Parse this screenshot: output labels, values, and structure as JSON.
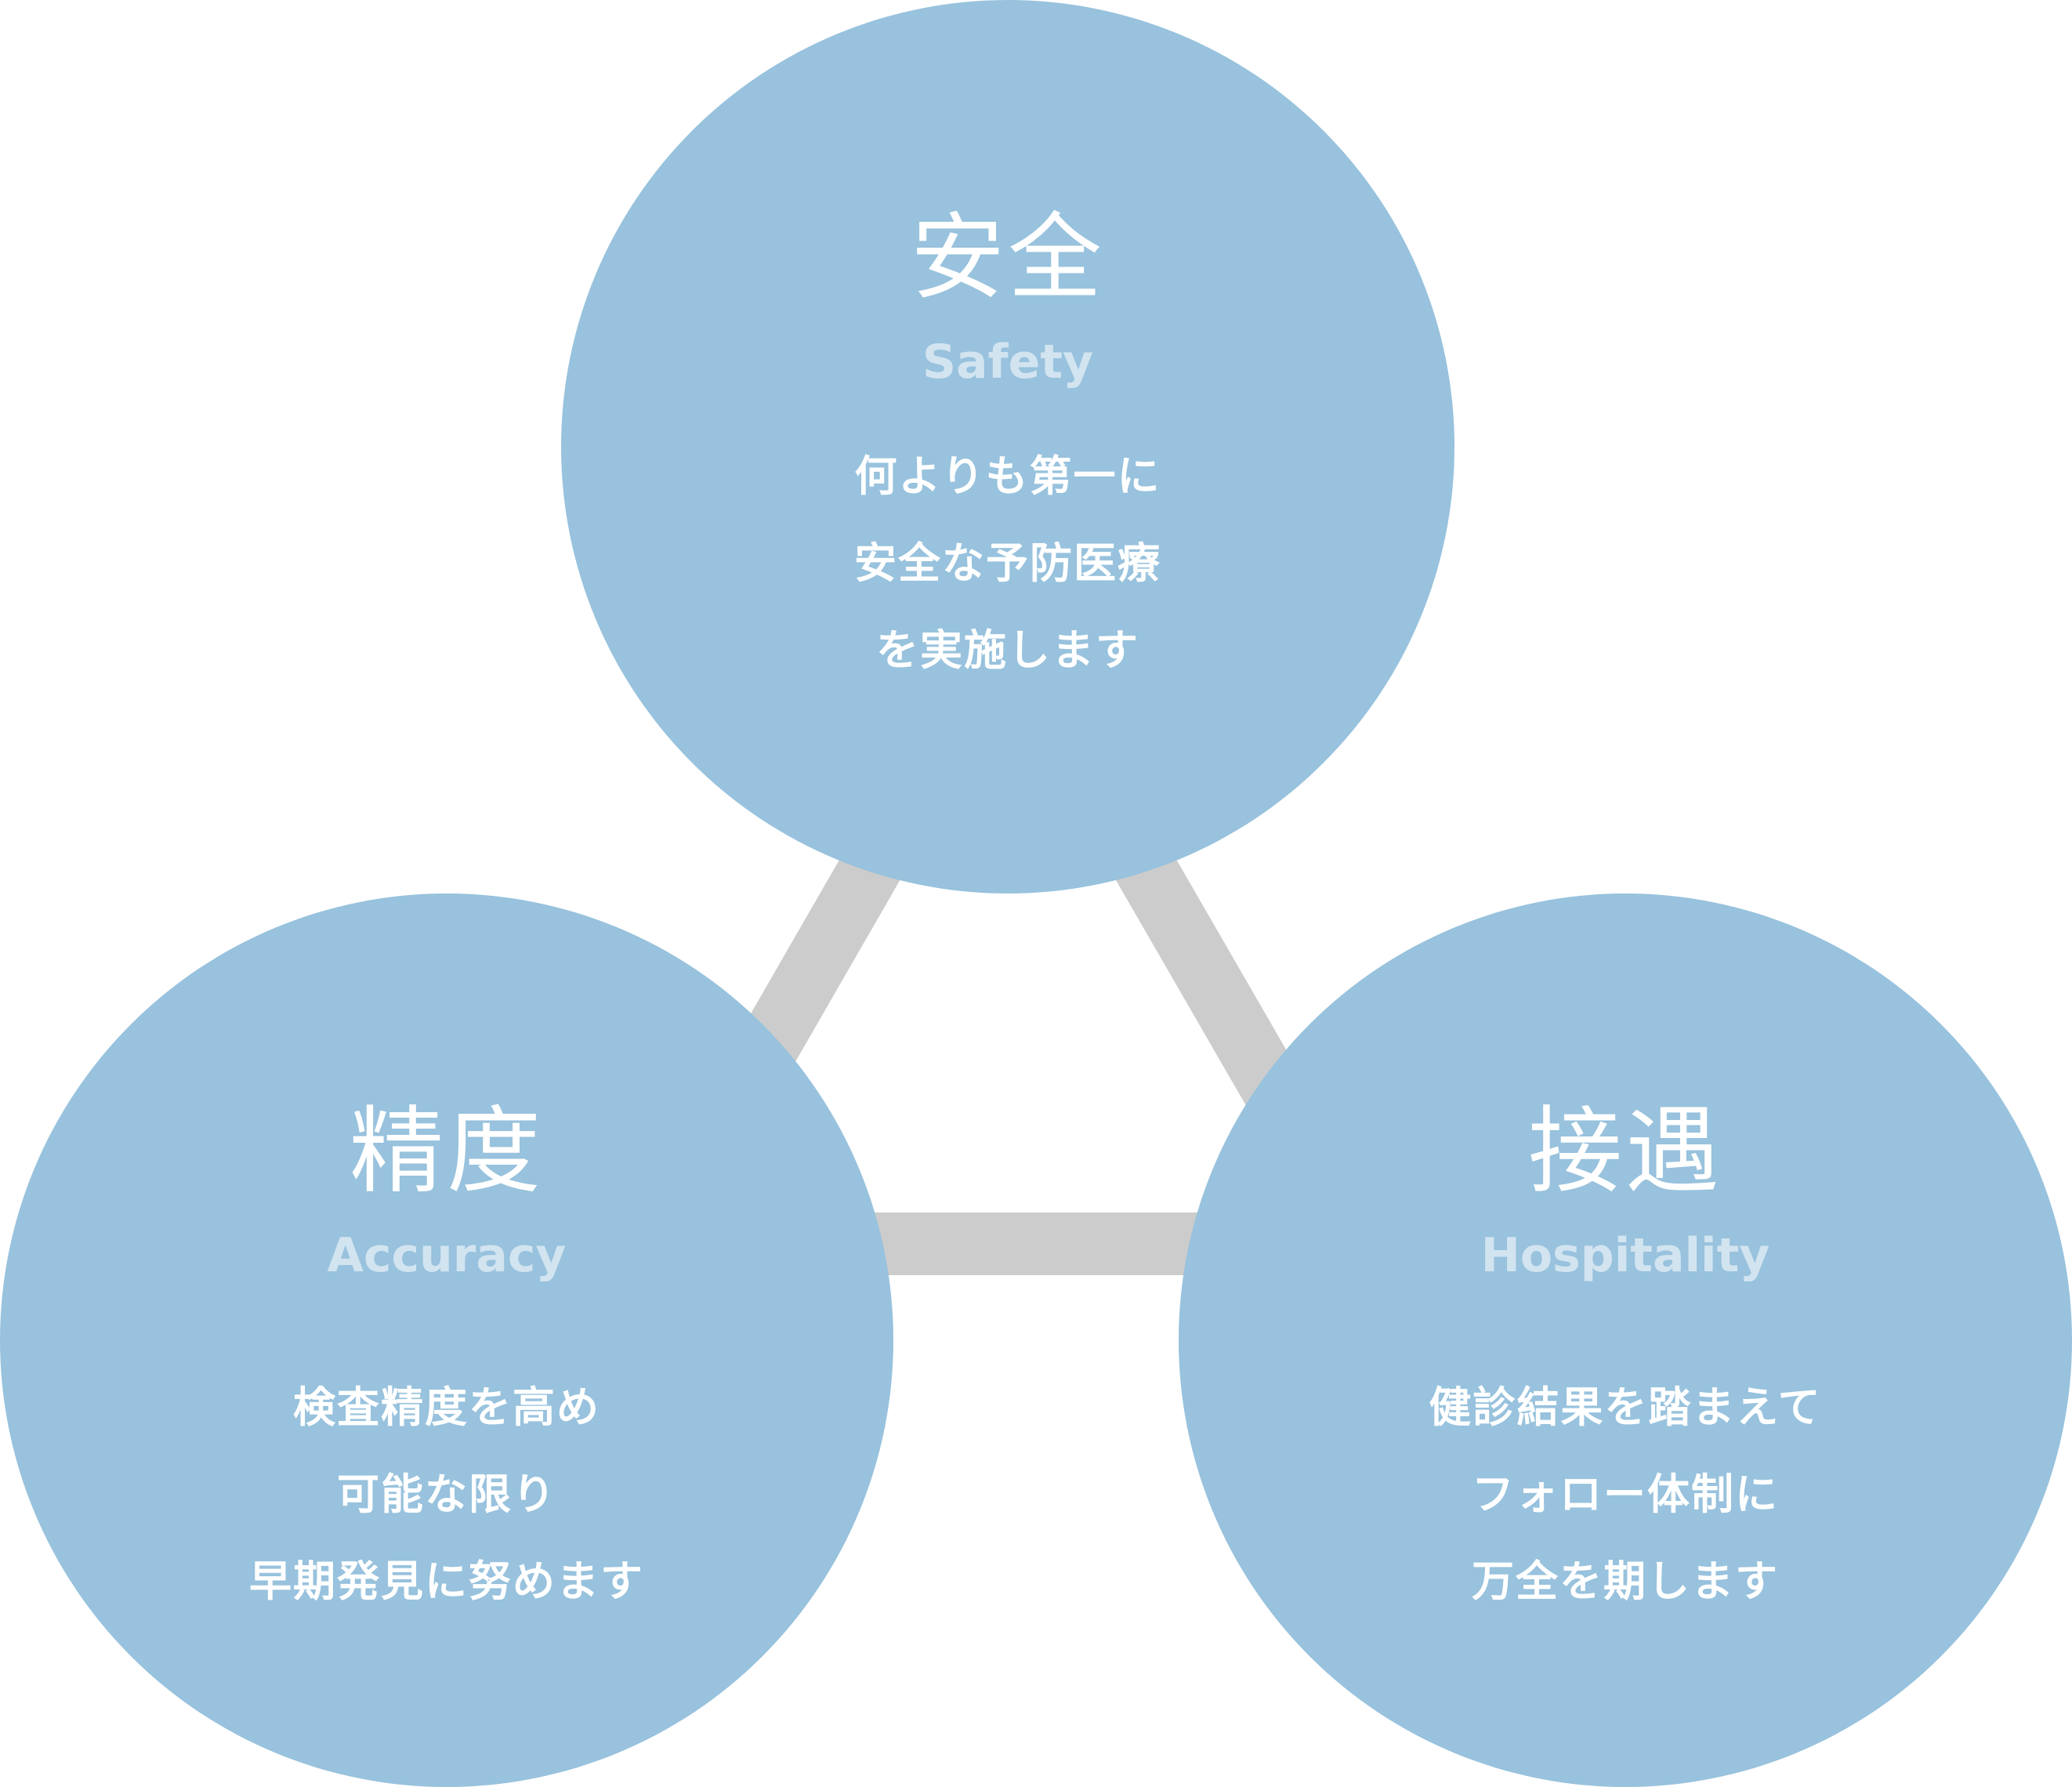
{
  "colors": {
    "circle": "#98c2dd",
    "connector": "#cccccc",
    "subtitle": "#d2e4f0",
    "text": "#ffffff"
  },
  "values": [
    {
      "id": "safety",
      "title": "安全",
      "subtitle": "Safety",
      "lines": [
        "何よりも第一に",
        "安全な予防医療",
        "を実施します"
      ]
    },
    {
      "id": "accuracy",
      "title": "精度",
      "subtitle": "Accuracy",
      "lines": [
        "検査精度を高め",
        "可能な限り",
        "早期発見に努めます"
      ]
    },
    {
      "id": "hospitality",
      "title": "接遇",
      "subtitle": "Hospitality",
      "lines": [
        "健診結果を踏まえて",
        "フォロー体制に",
        "万全を期します"
      ]
    }
  ]
}
